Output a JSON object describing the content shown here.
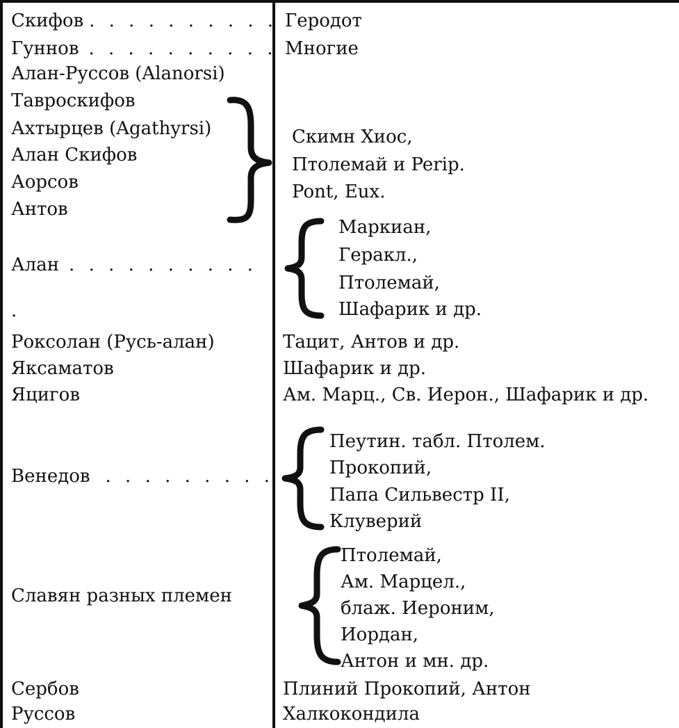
{
  "peoples": [
    {
      "name": "Скифов",
      "dots": ". . . . . . . . . ."
    },
    {
      "name": "Гуннов",
      "dots": ". . . . . . . . . ."
    },
    {
      "name": "Алан-Руссов (Alanorsi)"
    },
    {
      "name": "Тавроскифов"
    },
    {
      "name": "Ахтырцев (Agathyrsi)"
    },
    {
      "name": "Алан Скифов"
    },
    {
      "name": "Аорсов"
    },
    {
      "name": "Антов"
    },
    {
      "name": "Алан",
      "dots": ". . . . . . . . . ."
    },
    {
      "name": "."
    },
    {
      "name": "Роксолан (Русь-алан)"
    },
    {
      "name": "Яксаматов"
    },
    {
      "name": "Яцигов"
    },
    {
      "name": "Венедов",
      "dots": ". . . . . . . . ."
    },
    {
      "name": "Славян разных племен"
    },
    {
      "name": "Сербов"
    },
    {
      "name": "Руссов"
    }
  ],
  "sources": {
    "skifov": "Геродот",
    "gunnov": "Многие",
    "group_tavro": [
      "Скимн Хиос,",
      "Птолемай и Perip.",
      "Pont,  Eux."
    ],
    "group_alan": [
      "Маркиан,",
      "Геракл.,",
      "Птолемай,",
      "Шафарик и др."
    ],
    "roksolan": "Тацит, Антов и др.",
    "yaksamatov": "Шафарик и др.",
    "yacigov": "Ам. Марц., Св. Иерон., Шафарик и др.",
    "group_venedov": [
      "Пеутин. табл. Птолем.",
      "Прокопий,",
      "Папа Сильвестр II,",
      "Клуверий"
    ],
    "group_slavyan": [
      "Птолемай,",
      "Ам. Марцел.,",
      "блаж. Иероним,",
      "Иордан,",
      "Антон и мн. др."
    ],
    "serbov": "Плиний Прокопий, Антон",
    "russov": "Халкокондила"
  }
}
